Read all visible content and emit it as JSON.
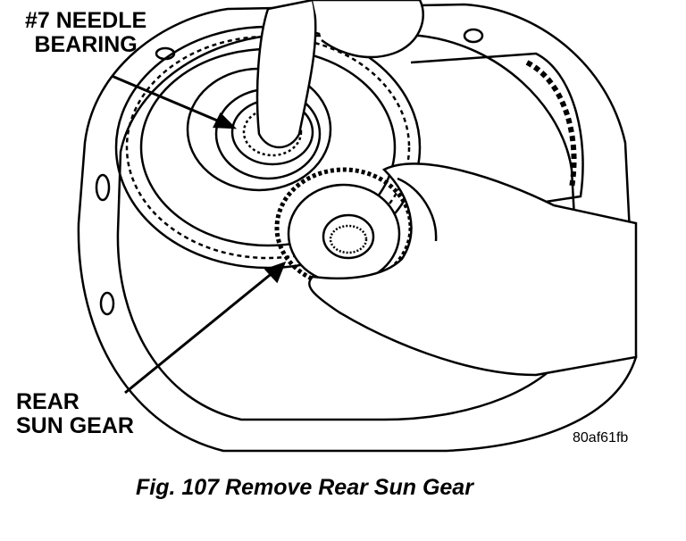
{
  "labels": {
    "needle_line1": "#7 NEEDLE",
    "needle_line2": "BEARING",
    "sun_line1": "REAR",
    "sun_line2": "SUN GEAR"
  },
  "figure_code": "80af61fb",
  "caption": "Fig. 107 Remove Rear Sun Gear"
}
